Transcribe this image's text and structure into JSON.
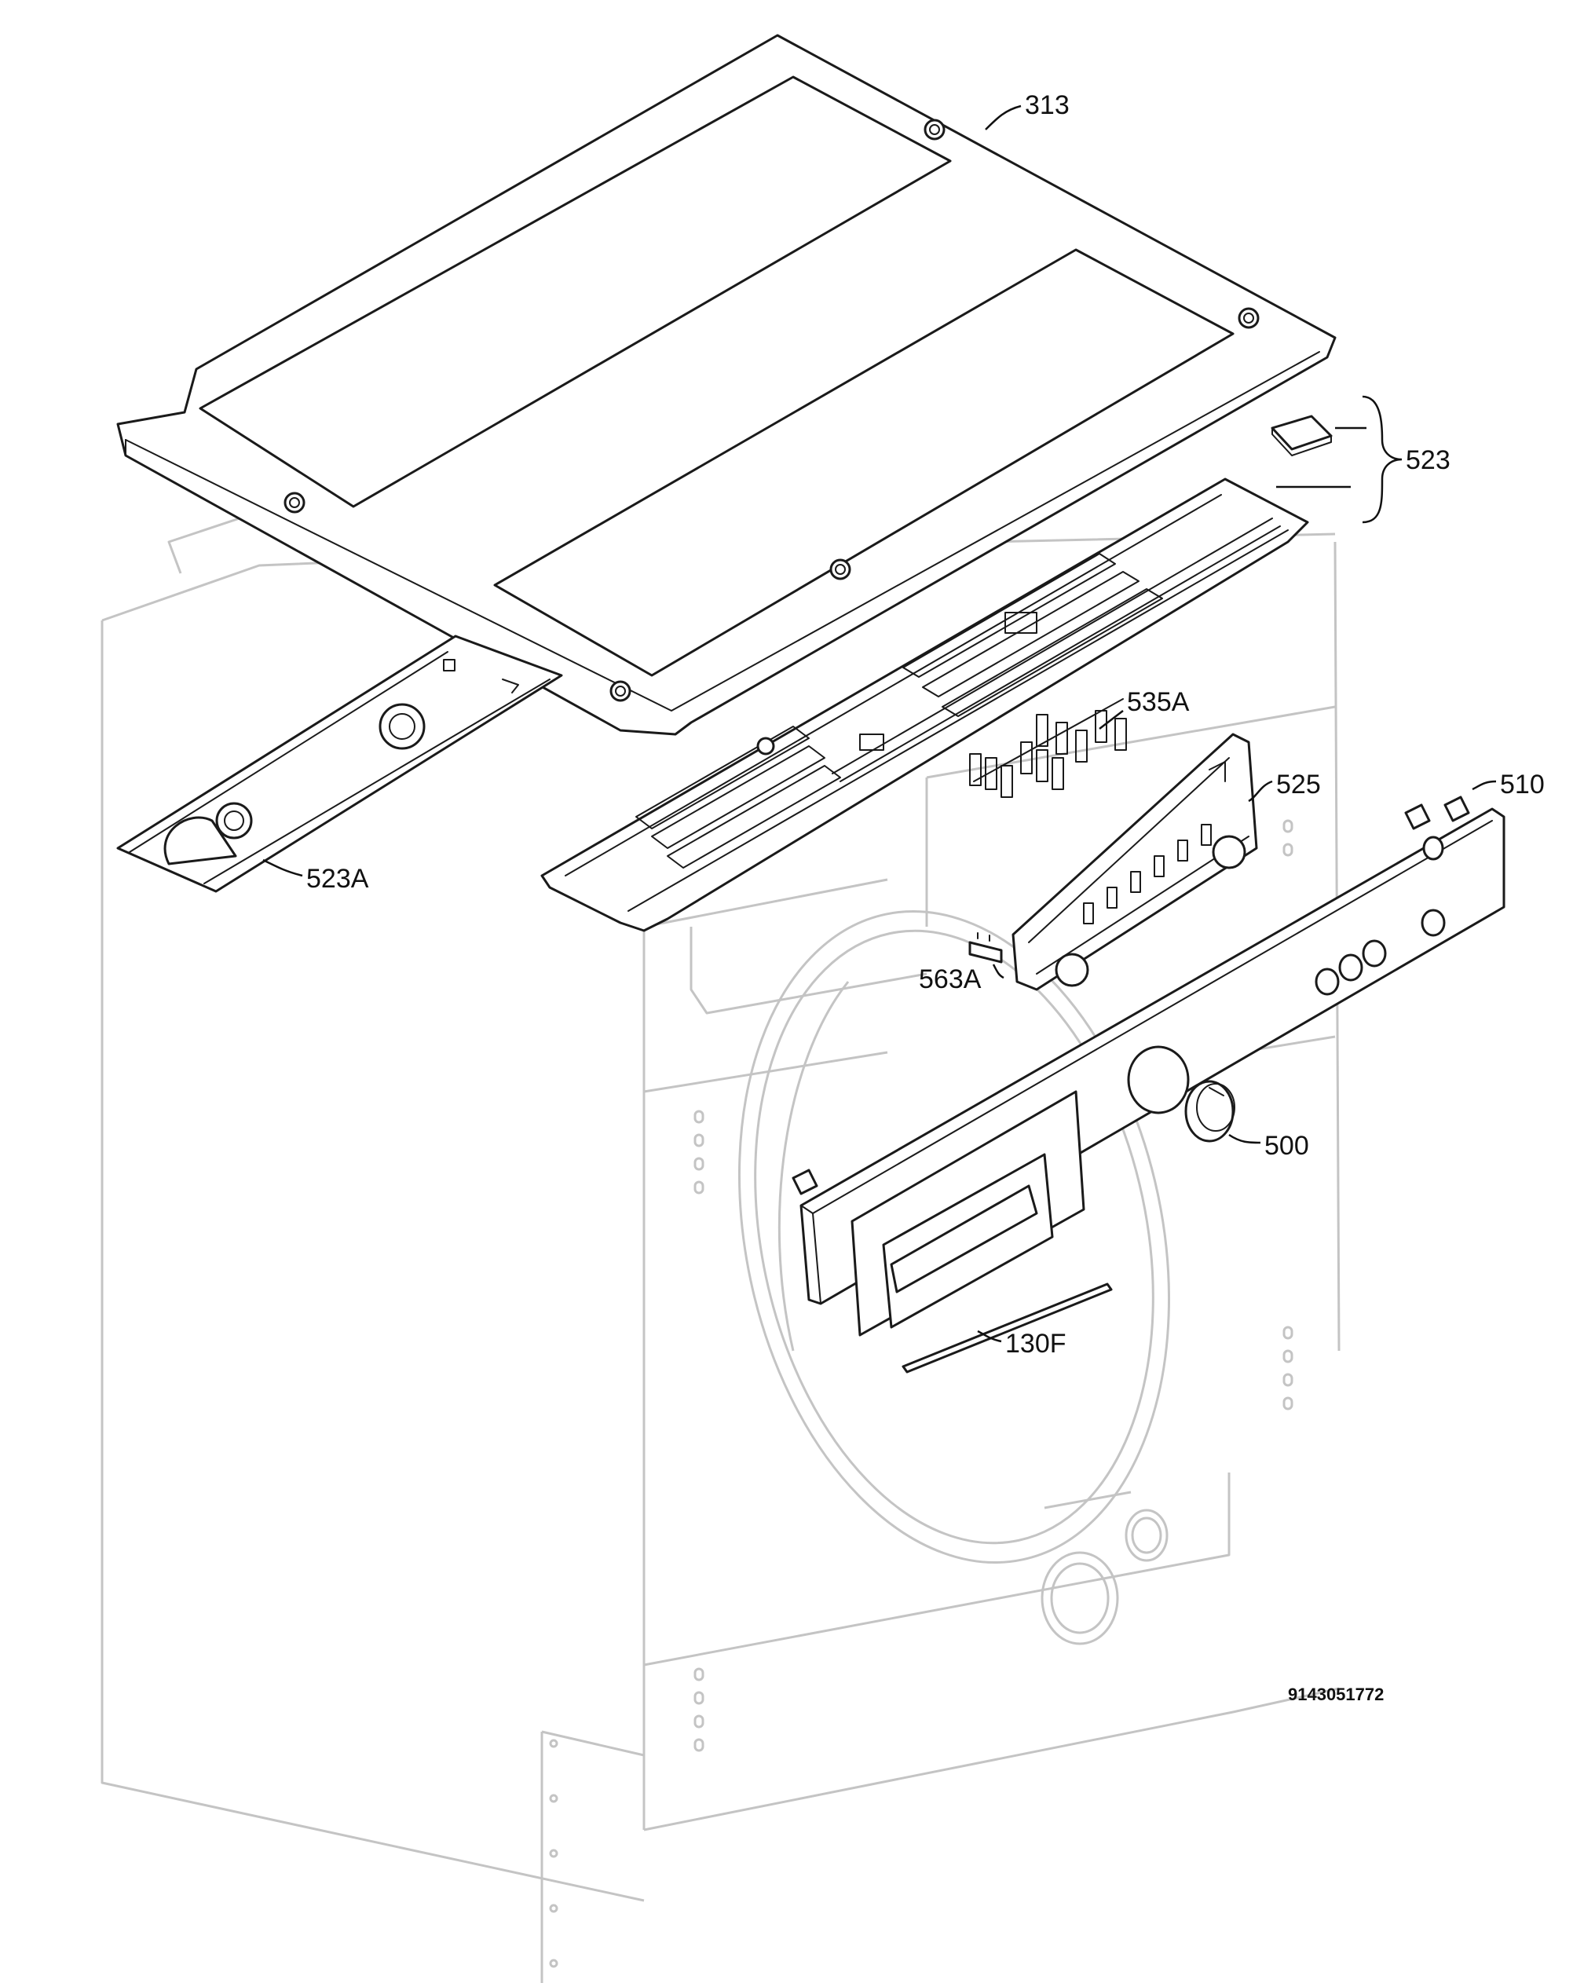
{
  "diagram": {
    "parts": [
      {
        "id": "313",
        "label": "313"
      },
      {
        "id": "523",
        "label": "523"
      },
      {
        "id": "535A",
        "label": "535A"
      },
      {
        "id": "525",
        "label": "525"
      },
      {
        "id": "510",
        "label": "510"
      },
      {
        "id": "523A",
        "label": "523A"
      },
      {
        "id": "563A",
        "label": "563A"
      },
      {
        "id": "500",
        "label": "500"
      },
      {
        "id": "130F",
        "label": "130F"
      }
    ],
    "document_number": "9143051772"
  }
}
